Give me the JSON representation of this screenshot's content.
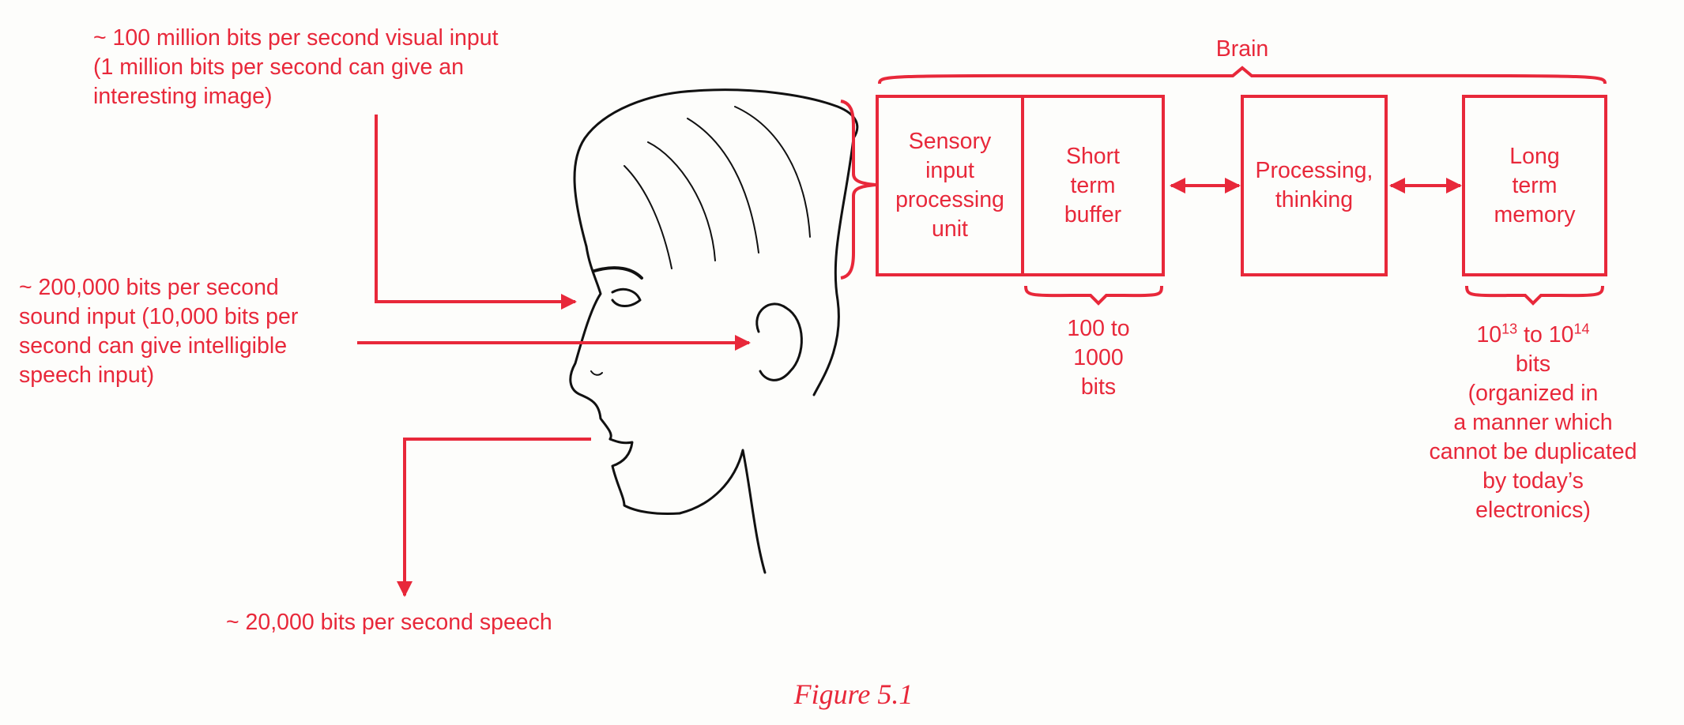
{
  "labels": {
    "visual": [
      "~ 100 million bits per second visual input",
      "(1 million bits per second can give an",
      "interesting image)"
    ],
    "sound": [
      "~ 200,000 bits per second",
      "sound input (10,000 bits per",
      "second can give intelligible",
      "speech input)"
    ],
    "speech": "~ 20,000 bits per second speech",
    "brain": "Brain"
  },
  "boxes": {
    "sensory": "Sensory\ninput\nprocessing\nunit",
    "buffer": "Short\nterm\nbuffer",
    "processing": "Processing,\nthinking",
    "memory": "Long\nterm\nmemory"
  },
  "buffer_capacity": [
    "100 to",
    "1000",
    "bits"
  ],
  "memory_capacity": {
    "base1": "10",
    "exp1": "13",
    "mid": " to 10",
    "exp2": "14",
    "lines": [
      "bits",
      "(organized in",
      "a manner which",
      "cannot be duplicated",
      "by today’s",
      "electronics)"
    ]
  },
  "caption": "Figure 5.1",
  "colors": {
    "accent": "#e8283a",
    "ink": "#111111",
    "paper": "#fdfdfb"
  }
}
